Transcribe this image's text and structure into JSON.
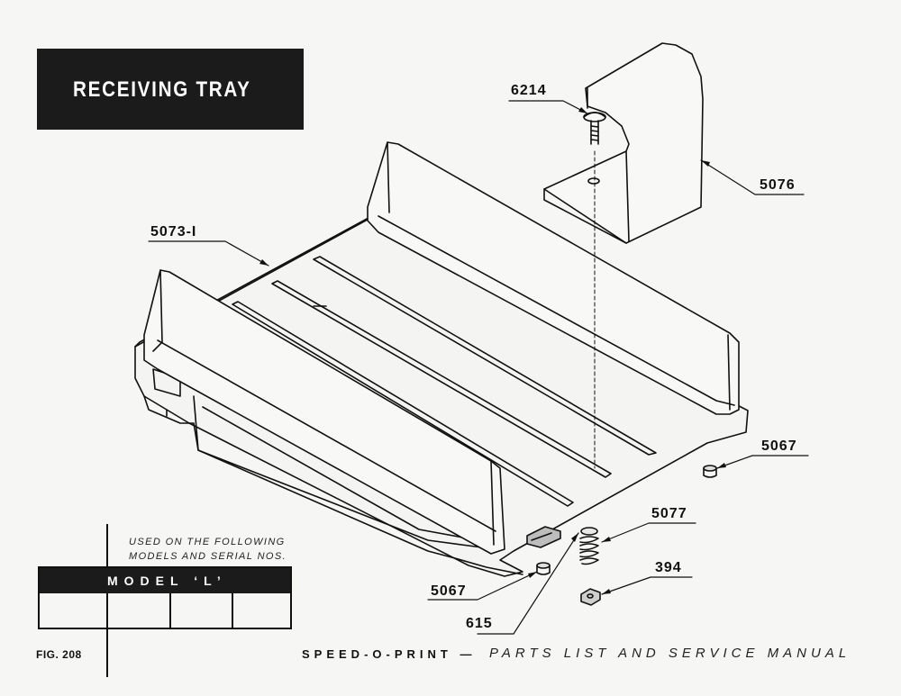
{
  "header": {
    "title": "RECEIVING TRAY"
  },
  "callouts": {
    "p6214": "6214",
    "p5076": "5076",
    "p5073_1": "5073-I",
    "p5067_right": "5067",
    "p5077": "5077",
    "p394": "394",
    "p5067_left": "5067",
    "p615": "615"
  },
  "models_panel": {
    "used_on_line1": "USED ON THE FOLLOWING",
    "used_on_line2": "MODELS AND SERIAL NOS.",
    "model_label": "MODEL ‘L’",
    "serial_cells": [
      "",
      "",
      "",
      ""
    ]
  },
  "footer": {
    "fig_number": "FIG. 208",
    "brand": "SPEED-O-PRINT —",
    "title": "PARTS LIST AND SERVICE MANUAL"
  },
  "colors": {
    "ink": "#111111",
    "paper": "#f6f6f4",
    "header_bg": "#1b1b1b"
  }
}
